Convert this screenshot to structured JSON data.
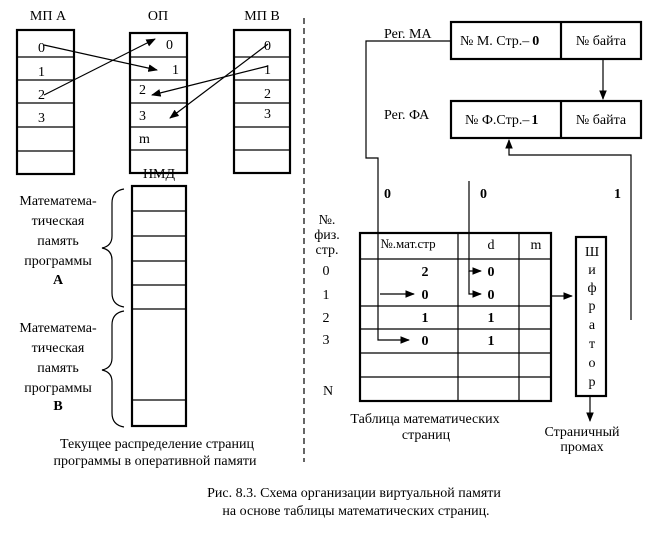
{
  "left": {
    "mp_a": {
      "title": "МП А",
      "rows": [
        "0",
        "1",
        "2",
        "3"
      ]
    },
    "op": {
      "title": "ОП",
      "rows": [
        "0",
        "1",
        "2",
        "3",
        "m"
      ]
    },
    "mp_b": {
      "title": "МП В",
      "rows": [
        "0",
        "1",
        "2",
        "3"
      ]
    },
    "nmd": {
      "title": "НМД"
    },
    "brace_a": {
      "lines": [
        "Математема-",
        "тическая",
        "память",
        "программы"
      ],
      "letter": "A"
    },
    "brace_b": {
      "lines": [
        "Математема-",
        "тическая",
        "память",
        "программы"
      ],
      "letter": "B"
    },
    "caption": [
      "Текущее распределение страниц",
      "программы в оперативной памяти"
    ]
  },
  "right": {
    "reg_ma": {
      "label": "Рег. МА",
      "cell1": "№ М. Стр.–",
      "cell1_bold": "0",
      "cell2": "№ байта"
    },
    "reg_fa": {
      "label": "Рег. ФА",
      "cell1": "№ Ф.Стр.–",
      "cell1_bold": "1",
      "cell2": "№ байта"
    },
    "bits": [
      "0",
      "0",
      "1"
    ],
    "phys_header": [
      "№.",
      "физ.",
      "стр."
    ],
    "phys_rows": [
      "0",
      "1",
      "2",
      "3",
      "N"
    ],
    "table_headers": {
      "mat": "№.мат.стр",
      "d": "d",
      "m": "m"
    },
    "table_values": [
      {
        "mat": "2",
        "d": "0"
      },
      {
        "mat": "0",
        "d": "0"
      },
      {
        "mat": "1",
        "d": "1"
      },
      {
        "mat": "0",
        "d": "1"
      }
    ],
    "table_caption": [
      "Таблица математических",
      "страниц"
    ],
    "cipher": [
      "Ш",
      "и",
      "ф",
      "р",
      "а",
      "т",
      "о",
      "р"
    ],
    "miss": [
      "Страничный",
      "промах"
    ]
  },
  "figure_caption": [
    "Рис. 8.3. Схема организации виртуальной памяти",
    "на основе таблицы математических страниц."
  ]
}
